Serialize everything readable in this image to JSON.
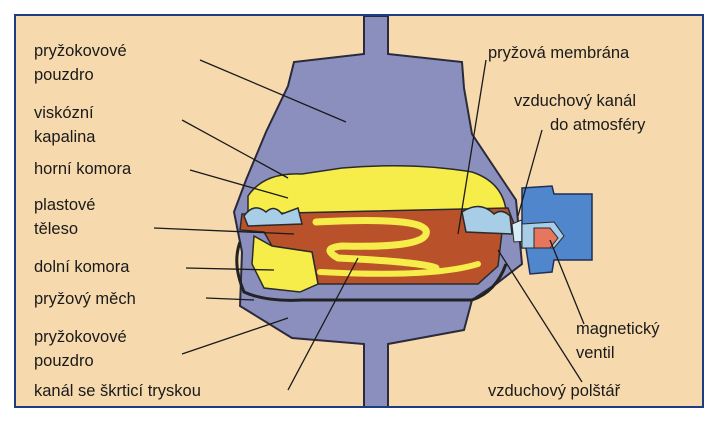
{
  "labels": {
    "pryzokovove_pouzdro_top": [
      "pryžokovové",
      "pouzdro"
    ],
    "viskozni_kapalina": [
      "viskózní",
      "kapalina"
    ],
    "horni_komora": "horní komora",
    "plastove_teleso": [
      "plastové",
      "těleso"
    ],
    "dolni_komora": "dolní komora",
    "pryzovy_mech": "pryžový měch",
    "pryzokovove_pouzdro_bottom": [
      "pryžokovové",
      "pouzdro"
    ],
    "kanal_se_skrtici_tryskou": "kanál se škrticí tryskou",
    "pryzova_membrana": "pryžová membrána",
    "vzduchovy_kanal": [
      "vzduchový kanál",
      "do atmosféry"
    ],
    "magneticky_ventil": [
      "magnetický",
      "ventil"
    ],
    "vzduchovy_polstar": "vzduchový polštář"
  },
  "colors": {
    "background": "#f6d9ad",
    "border": "#1e3c82",
    "housing": "#8b8fbe",
    "fluid": "#f6ed4a",
    "plastic": "#b9522a",
    "membrane": "#a7cde7",
    "valve": "#4f86cc"
  }
}
